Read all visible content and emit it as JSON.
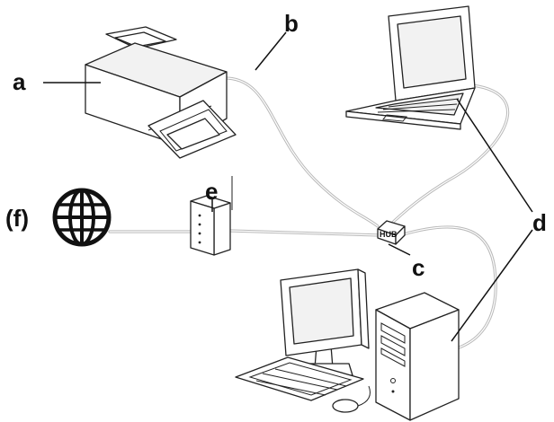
{
  "labels": {
    "printer": "a",
    "cable": "b",
    "hub": "c",
    "computers": "d",
    "router": "e",
    "internet": "(f)"
  },
  "hub_text": "HUB",
  "colors": {
    "cable": "#b9b9b9",
    "outline": "#222222",
    "label": "#111111"
  }
}
